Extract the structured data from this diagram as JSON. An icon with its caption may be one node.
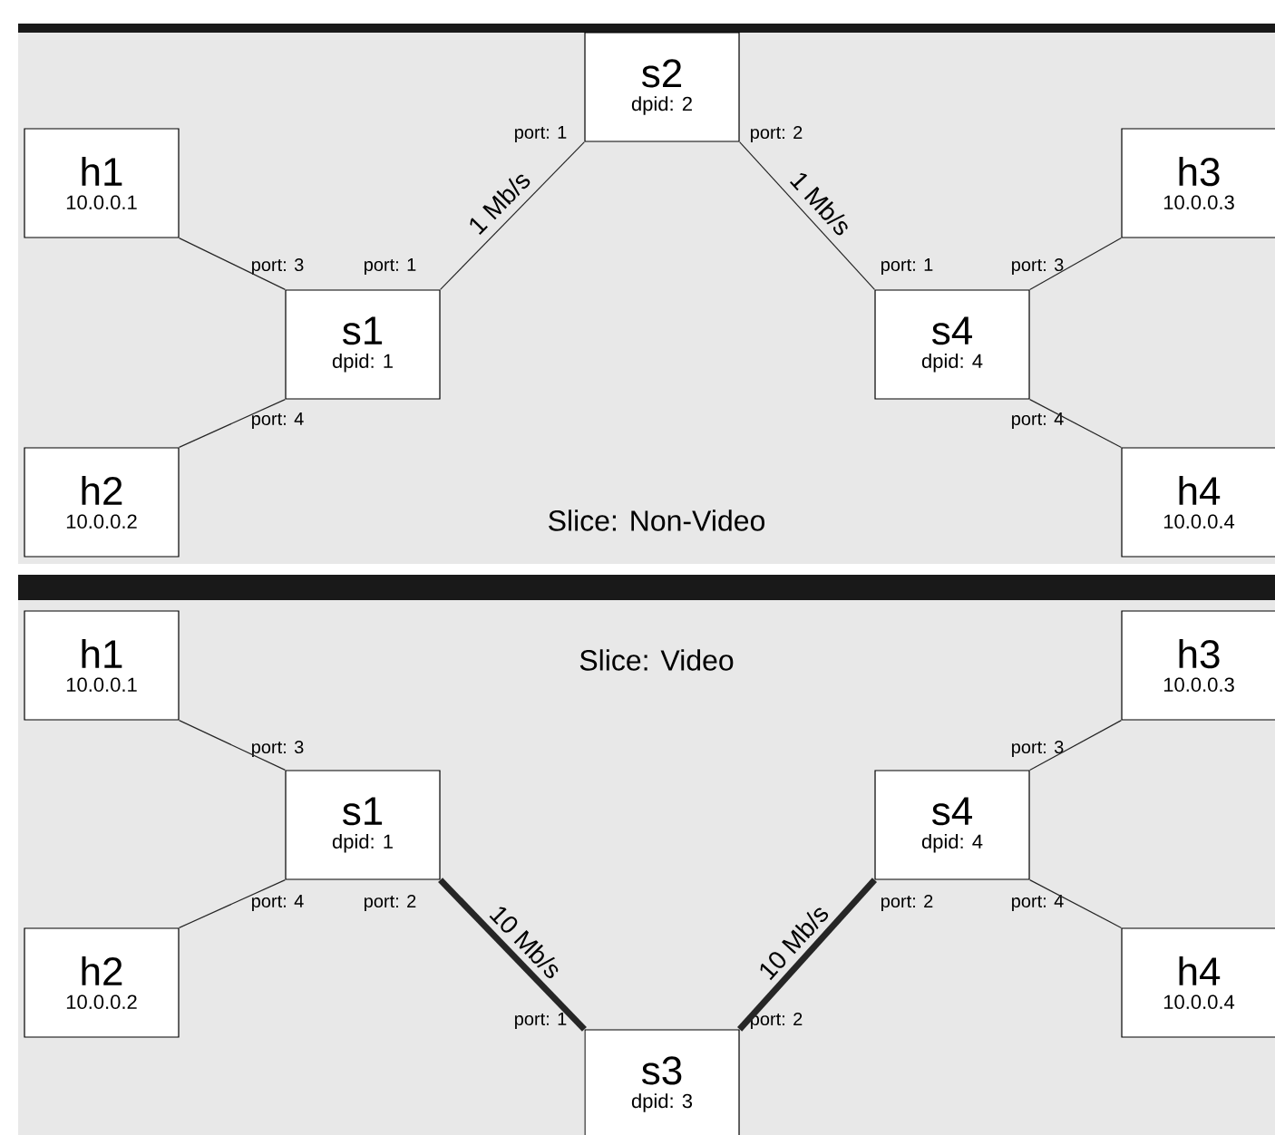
{
  "diagram": {
    "nodes": [
      {
        "text": [
          "Slice: Non-Video"
        ]
      },
      {
        "text": [
          "s2",
          "dpid: 2"
        ],
        "in": 0,
        "beside": [
          "port: 1",
          "port: 2"
        ]
      },
      {
        "text": [
          "h1",
          "10.0.0.1"
        ],
        "in": 0
      },
      {
        "text": [
          "s1",
          "dpid: 1"
        ],
        "in": 0,
        "beside": [
          "port: 3",
          "port: 1",
          "port: 4"
        ]
      },
      {
        "text": [
          "h2",
          "10.0.0.2"
        ],
        "in": 0
      },
      {
        "text": [
          "s4",
          "dpid: 4"
        ],
        "in": 0,
        "beside": [
          "port: 1",
          "port: 3",
          "port: 4"
        ]
      },
      {
        "text": [
          "h3",
          "10.0.0.3"
        ],
        "in": 0
      },
      {
        "text": [
          "h4",
          "10.0.0.4"
        ],
        "in": 0
      },
      {
        "text": [
          "Slice: Video"
        ]
      },
      {
        "text": [
          "h1",
          "10.0.0.1"
        ],
        "in": 8
      },
      {
        "text": [
          "h3",
          "10.0.0.3"
        ],
        "in": 8
      },
      {
        "text": [
          "s1",
          "dpid: 1"
        ],
        "in": 8,
        "beside": [
          "port: 3",
          "port: 4",
          "port: 2"
        ]
      },
      {
        "text": [
          "s4",
          "dpid: 4"
        ],
        "in": 8,
        "beside": [
          "port: 3",
          "port: 2",
          "port: 4"
        ]
      },
      {
        "text": [
          "h2",
          "10.0.0.2"
        ],
        "in": 8
      },
      {
        "text": [
          "h4",
          "10.0.0.4"
        ],
        "in": 8
      },
      {
        "text": [
          "s3",
          "dpid: 3"
        ],
        "in": 8,
        "beside": [
          "port: 1",
          "port: 2"
        ]
      }
    ],
    "edges": [
      {
        "from": 2,
        "to": 3,
        "arrow": "none"
      },
      {
        "from": 4,
        "to": 3,
        "arrow": "none"
      },
      {
        "from": 3,
        "to": 1,
        "arrow": "none",
        "label": "1 Mb/s"
      },
      {
        "from": 1,
        "to": 5,
        "arrow": "none",
        "label": "1 Mb/s"
      },
      {
        "from": 5,
        "to": 6,
        "arrow": "none"
      },
      {
        "from": 5,
        "to": 7,
        "arrow": "none"
      },
      {
        "from": 9,
        "to": 11,
        "arrow": "none"
      },
      {
        "from": 13,
        "to": 11,
        "arrow": "none"
      },
      {
        "from": 11,
        "to": 15,
        "arrow": "none",
        "label": "10 Mb/s",
        "style": "thick"
      },
      {
        "from": 15,
        "to": 12,
        "arrow": "none",
        "label": "10 Mb/s",
        "style": "thick"
      },
      {
        "from": 12,
        "to": 10,
        "arrow": "none"
      },
      {
        "from": 12,
        "to": 14,
        "arrow": "none"
      }
    ]
  }
}
